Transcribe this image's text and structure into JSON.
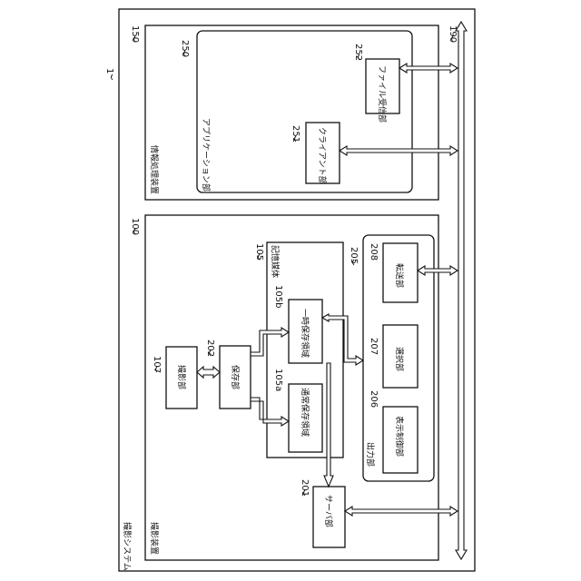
{
  "system": {
    "ref": "1",
    "label": "撮影システム"
  },
  "imaging_device": {
    "ref": "100",
    "label": "撮影装置"
  },
  "info_device": {
    "ref": "150",
    "label": "情報処理装置"
  },
  "bus": {
    "ref": "190"
  },
  "application": {
    "ref": "250",
    "label": "アプリケーション部"
  },
  "file_receiver": {
    "ref": "252",
    "label": "ファイル受信部"
  },
  "client": {
    "ref": "251",
    "label": "クライアント部"
  },
  "storage_medium": {
    "ref": "105",
    "label": "記憶媒体"
  },
  "temp_area": {
    "ref": "105b",
    "label": "一時保存領域"
  },
  "normal_area": {
    "ref": "105a",
    "label": "通常保存領域"
  },
  "imaging_unit": {
    "ref": "107",
    "label": "撮影部"
  },
  "save_unit": {
    "ref": "202",
    "label": "保存部"
  },
  "output_unit": {
    "ref": "205",
    "label": "出力部"
  },
  "transfer_unit": {
    "ref": "208",
    "label": "転送部"
  },
  "select_unit": {
    "ref": "207",
    "label": "選択部"
  },
  "display_control": {
    "ref": "206",
    "label": "表示制御部"
  },
  "server_unit": {
    "ref": "201",
    "label": "サーバ部"
  }
}
